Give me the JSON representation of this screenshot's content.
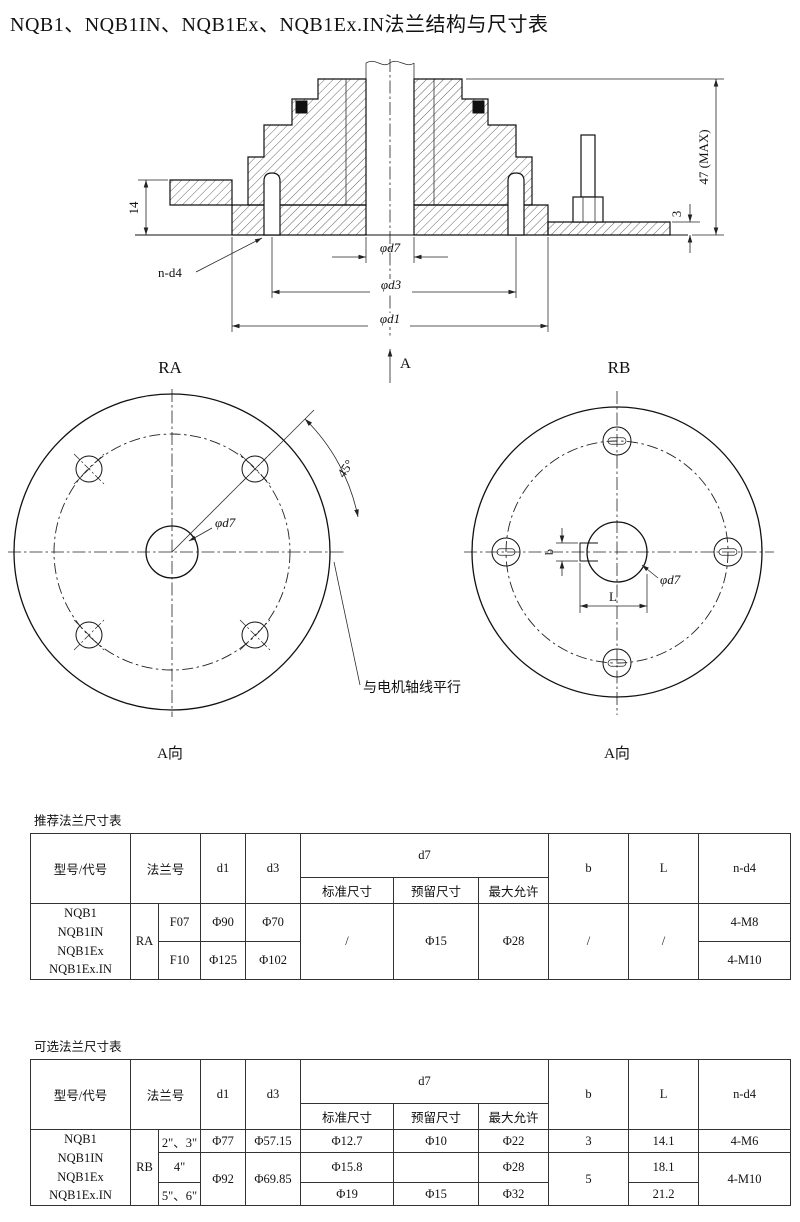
{
  "title": "NQB1、NQB1IN、NQB1Ex、NQB1Ex.IN法兰结构与尺寸表",
  "section": {
    "dim_14": "14",
    "dim_47max": "47 (MAX)",
    "dim_3": "3",
    "nd4_label": "n-d4",
    "d7": "φd7",
    "d3": "φd3",
    "d1": "φd1",
    "arrow_a": "A"
  },
  "ra": {
    "name": "RA",
    "d7": "φd7",
    "angle45": "45°",
    "view_label": "A向",
    "note": "与电机轴线平行"
  },
  "rb": {
    "name": "RB",
    "d7": "φd7",
    "dim_b": "b",
    "dim_l": "L",
    "view_label": "A向"
  },
  "table1": {
    "caption": "推荐法兰尺寸表",
    "h": {
      "model": "型号/代号",
      "flange_no": "法兰号",
      "d1": "d1",
      "d3": "d3",
      "d7": "d7",
      "std": "标准尺寸",
      "reserve": "预留尺寸",
      "max": "最大允许",
      "b": "b",
      "l": "L",
      "nd4": "n-d4"
    },
    "models": [
      "NQB1",
      "NQB1IN",
      "NQB1Ex",
      "NQB1Ex.IN"
    ],
    "group": "RA",
    "rows": [
      {
        "flange": "F07",
        "d1": "Φ90",
        "d3": "Φ70",
        "nd4": "4-M8"
      },
      {
        "flange": "F10",
        "d1": "Φ125",
        "d3": "Φ102",
        "nd4": "4-M10"
      }
    ],
    "shared": {
      "std": "/",
      "reserve": "Φ15",
      "max": "Φ28",
      "b": "/",
      "l": "/"
    }
  },
  "table2": {
    "caption": "可选法兰尺寸表",
    "h": {
      "model": "型号/代号",
      "flange_no": "法兰号",
      "d1": "d1",
      "d3": "d3",
      "d7": "d7",
      "std": "标准尺寸",
      "reserve": "预留尺寸",
      "max": "最大允许",
      "b": "b",
      "l": "L",
      "nd4": "n-d4"
    },
    "models": [
      "NQB1",
      "NQB1IN",
      "NQB1Ex",
      "NQB1Ex.IN"
    ],
    "group": "RB",
    "rows": [
      {
        "flange": "2\"、3\"",
        "d1": "Φ77",
        "d3": "Φ57.15",
        "std": "Φ12.7",
        "reserve": "Φ10",
        "max": "Φ22",
        "b": "3",
        "l": "14.1",
        "nd4": "4-M6"
      },
      {
        "flange": "4\"",
        "std": "Φ15.8",
        "reserve": "",
        "max": "Φ28",
        "l": "18.1"
      },
      {
        "flange": "5\"、6\"",
        "std": "Φ19",
        "reserve": "Φ15",
        "max": "Φ32",
        "l": "21.2"
      }
    ],
    "merged": {
      "d1": "Φ92",
      "d3": "Φ69.85",
      "b": "5",
      "nd4": "4-M10"
    }
  }
}
